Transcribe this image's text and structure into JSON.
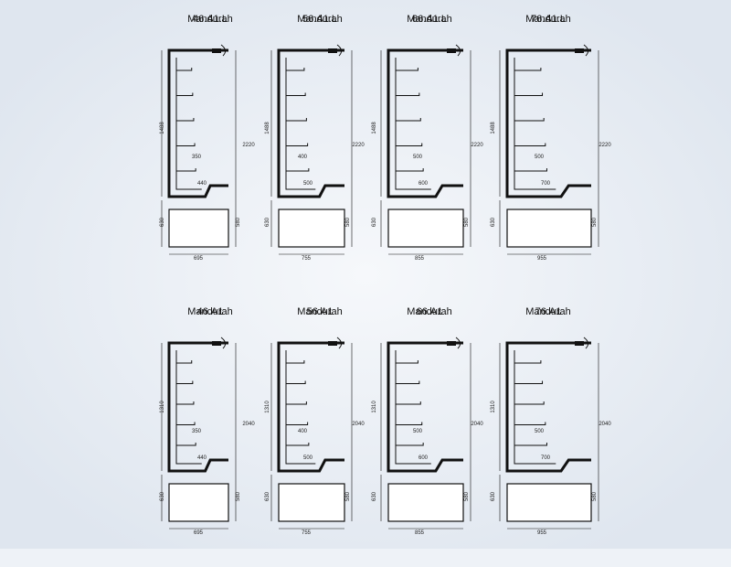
{
  "units": [
    {
      "name": "Mandurah",
      "model": "46.A1.L",
      "height_main": "1488",
      "height_total": "2220",
      "base_height_left": "630",
      "base_height_right": "580",
      "shelf_depth_upper": "350",
      "shelf_depth_lower": "440",
      "width": "695"
    },
    {
      "name": "Mandurah",
      "model": "56.A1.L",
      "height_main": "1488",
      "height_total": "2220",
      "base_height_left": "630",
      "base_height_right": "580",
      "shelf_depth_upper": "400",
      "shelf_depth_lower": "500",
      "width": "755"
    },
    {
      "name": "Mandurah",
      "model": "66.A1.L",
      "height_main": "1488",
      "height_total": "2220",
      "base_height_left": "630",
      "base_height_right": "580",
      "shelf_depth_upper": "500",
      "shelf_depth_lower": "600",
      "width": "855"
    },
    {
      "name": "Mandurah",
      "model": "76.A1.L",
      "height_main": "1488",
      "height_total": "2220",
      "base_height_left": "630",
      "base_height_right": "580",
      "shelf_depth_upper": "500",
      "shelf_depth_lower": "700",
      "width": "955"
    },
    {
      "name": "Mandurah",
      "model": "46.A1",
      "height_main": "1310",
      "height_total": "2040",
      "base_height_left": "630",
      "base_height_right": "580",
      "shelf_depth_upper": "350",
      "shelf_depth_lower": "440",
      "width": "695"
    },
    {
      "name": "Mandurah",
      "model": "56.A1",
      "height_main": "1310",
      "height_total": "2040",
      "base_height_left": "630",
      "base_height_right": "580",
      "shelf_depth_upper": "400",
      "shelf_depth_lower": "500",
      "width": "755"
    },
    {
      "name": "Mandurah",
      "model": "66.A1",
      "height_main": "1310",
      "height_total": "2040",
      "base_height_left": "630",
      "base_height_right": "580",
      "shelf_depth_upper": "500",
      "shelf_depth_lower": "600",
      "width": "855"
    },
    {
      "name": "Mandurah",
      "model": "76.A1",
      "height_main": "1310",
      "height_total": "2040",
      "base_height_left": "630",
      "base_height_right": "580",
      "shelf_depth_upper": "500",
      "shelf_depth_lower": "700",
      "width": "955"
    }
  ],
  "colors": {
    "background": "#eef2f7",
    "line": "#111111",
    "cabinet_fill": "#ffffff"
  }
}
